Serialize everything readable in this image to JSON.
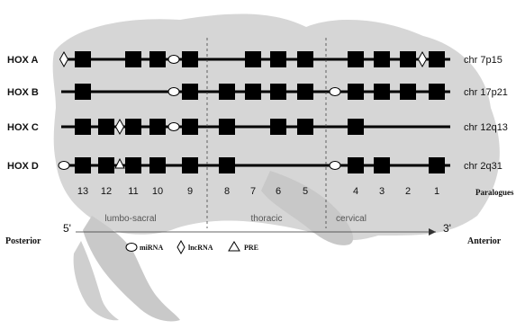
{
  "clusters": [
    {
      "name": "HOX A",
      "chromosome": "chr 7p15",
      "genes": [
        13,
        11,
        10,
        9,
        7,
        6,
        5,
        4,
        3,
        2,
        1
      ],
      "markers": [
        {
          "type": "lncRNA",
          "after_paralog": 14
        },
        {
          "type": "miRNA",
          "after_paralog": 10
        },
        {
          "type": "lncRNA",
          "after_paralog": 2
        }
      ]
    },
    {
      "name": "HOX B",
      "chromosome": "chr 17p21",
      "genes": [
        13,
        9,
        8,
        7,
        6,
        5,
        4,
        3,
        2,
        1
      ],
      "markers": [
        {
          "type": "miRNA",
          "after_paralog": 10
        },
        {
          "type": "miRNA",
          "after_paralog": 5
        }
      ]
    },
    {
      "name": "HOX C",
      "chromosome": "chr 12q13",
      "genes": [
        13,
        12,
        11,
        10,
        9,
        8,
        6,
        5,
        4
      ],
      "markers": [
        {
          "type": "lncRNA",
          "after_paralog": 12
        },
        {
          "type": "miRNA",
          "after_paralog": 10
        }
      ]
    },
    {
      "name": "HOX D",
      "chromosome": "chr 2q31",
      "genes": [
        13,
        12,
        11,
        10,
        9,
        8,
        4,
        3,
        1
      ],
      "markers": [
        {
          "type": "miRNA",
          "after_paralog": 14
        },
        {
          "type": "PRE",
          "after_paralog": 12
        },
        {
          "type": "miRNA",
          "after_paralog": 5
        }
      ]
    }
  ],
  "paralogs": [
    "13",
    "12",
    "11",
    "10",
    "9",
    "8",
    "7",
    "6",
    "5",
    "4",
    "3",
    "2",
    "1"
  ],
  "paralogs_label": "Paralogues",
  "regions": [
    "lumbo-sacral",
    "thoracic",
    "cervical"
  ],
  "axis": {
    "left_end": "5'",
    "right_end": "3'",
    "left_label": "Posterior",
    "right_label": "Anterior"
  },
  "legend": [
    {
      "symbol": "circle",
      "label": "miRNA"
    },
    {
      "symbol": "diamond",
      "label": "lncRNA"
    },
    {
      "symbol": "triangle",
      "label": "PRE"
    }
  ]
}
